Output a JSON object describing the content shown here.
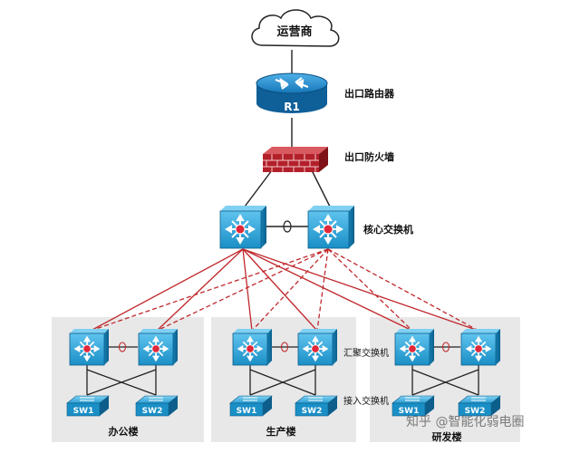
{
  "nodes": {
    "isp": "运营商",
    "router_name": "R1",
    "router_label": "出口路由器",
    "firewall_label": "出口防火墙",
    "core_label": "核心交换机",
    "aggregation_label": "汇聚交换机",
    "access_label": "接入交换机",
    "sw1": "SW1",
    "sw2": "SW2"
  },
  "buildings": [
    {
      "name": "办公楼"
    },
    {
      "name": "生产楼"
    },
    {
      "name": "研发楼"
    }
  ],
  "watermark": "知乎 @智能化弱电圈",
  "colors": {
    "switch_blue": "#1a8fc6",
    "switch_dark": "#0d5e8a",
    "router_blue": "#1577b8",
    "firewall_red": "#b3202a",
    "link_red": "#c0282c",
    "panel_gray": "#e8e8e8"
  }
}
